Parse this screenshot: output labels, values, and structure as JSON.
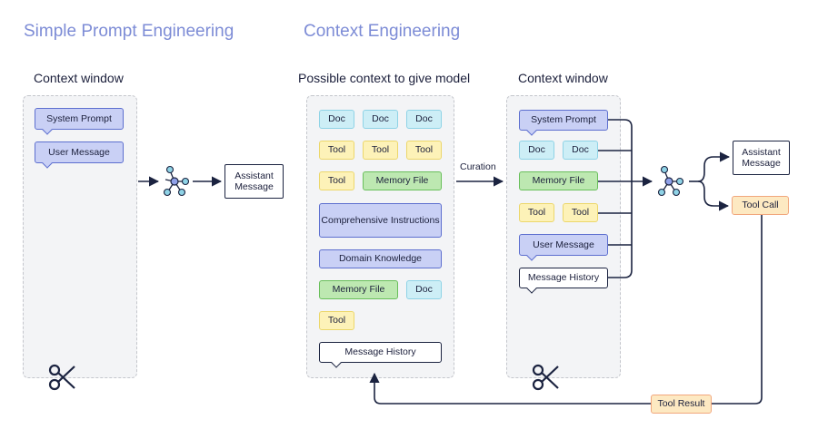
{
  "simple": {
    "heading": "Simple Prompt Engineering",
    "context_window_label": "Context window",
    "system_prompt": "System Prompt",
    "user_message": "User Message",
    "assistant_message": "Assistant Message"
  },
  "context": {
    "heading": "Context Engineering",
    "possible_label": "Possible context to give model",
    "curation_label": "Curation",
    "context_window_label": "Context window",
    "possible_items": {
      "doc": "Doc",
      "tool": "Tool",
      "memory_file": "Memory File",
      "comprehensive_instructions": "Comprehensive Instructions",
      "domain_knowledge": "Domain Knowledge",
      "message_history": "Message History"
    },
    "window_items": {
      "system_prompt": "System Prompt",
      "doc": "Doc",
      "memory_file": "Memory File",
      "tool": "Tool",
      "user_message": "User Message",
      "message_history": "Message History"
    },
    "outputs": {
      "assistant_message": "Assistant Message",
      "tool_call": "Tool Call",
      "tool_result": "Tool Result"
    }
  },
  "colors": {
    "heading": "#7d8cd6",
    "purple": "#c9d0f5",
    "cyan": "#cdeef6",
    "yellow": "#fdf2b8",
    "green": "#bde8b1",
    "orange": "#fde9c2",
    "navy": "#1b2340"
  },
  "icons": [
    "scissors-icon",
    "model-network-icon",
    "arrow-right-icon"
  ]
}
